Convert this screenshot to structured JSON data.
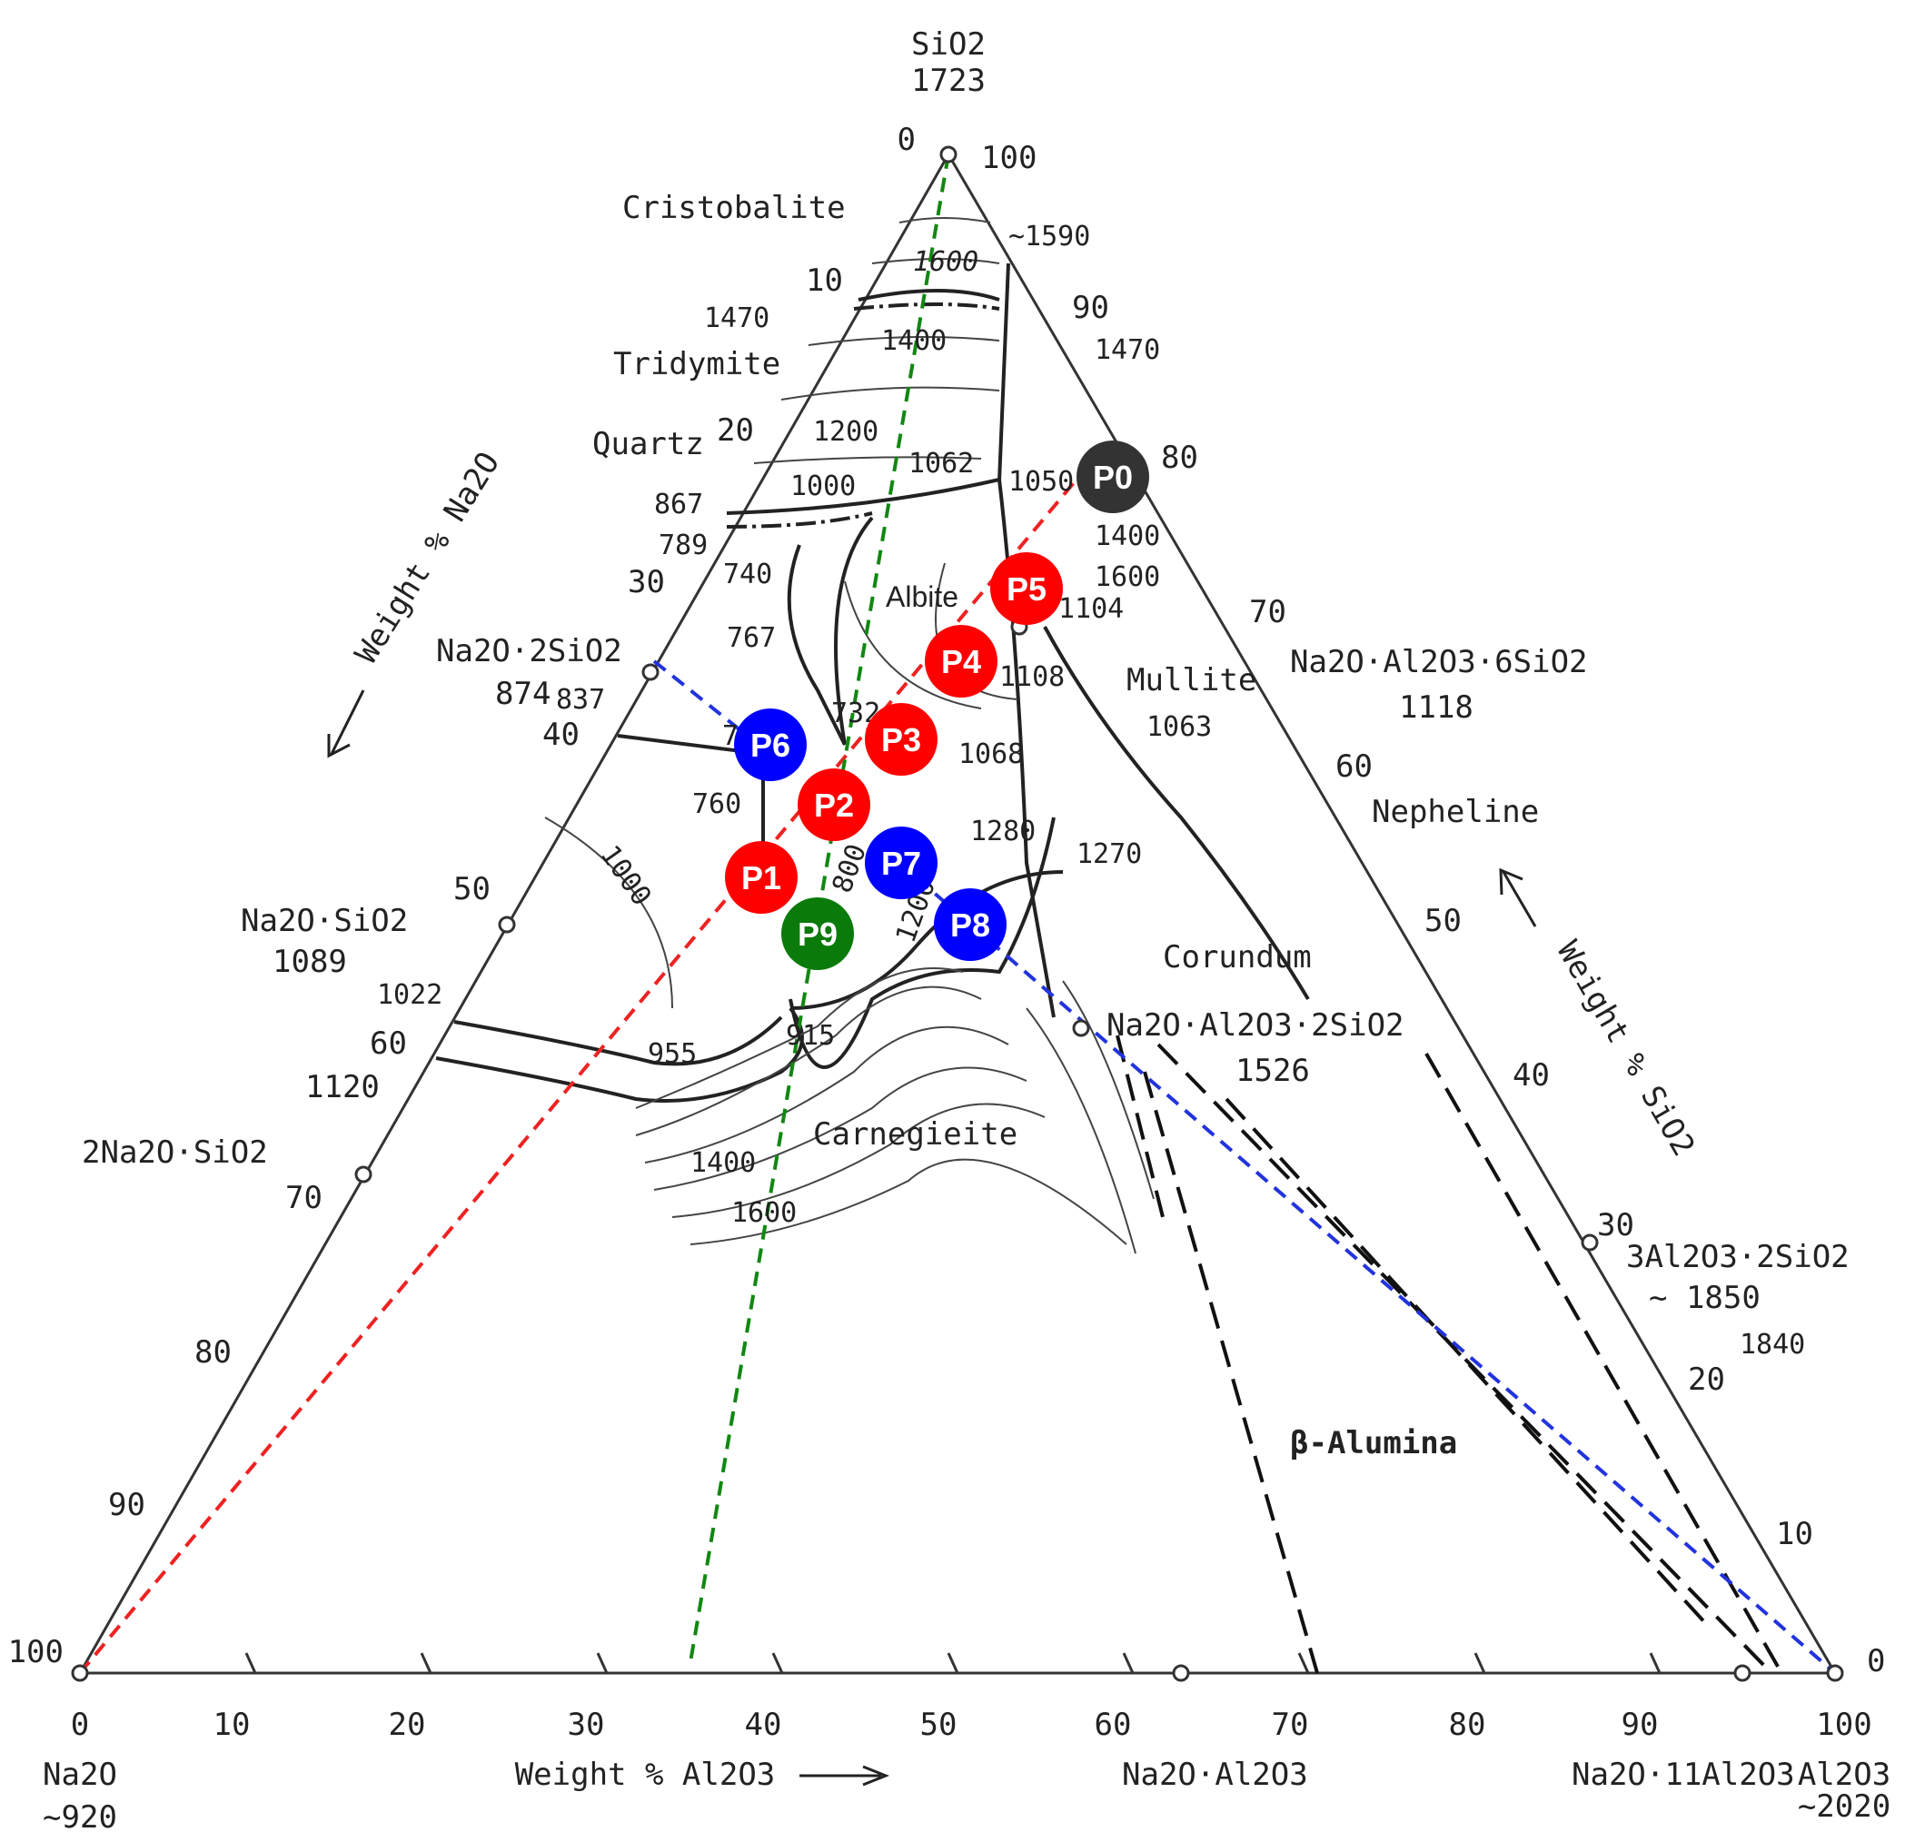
{
  "apices": {
    "top": {
      "formula": "SiO2",
      "temp": "1723"
    },
    "left": {
      "formula": "Na2O",
      "temp": "~920"
    },
    "right": {
      "formula": "Al2O3",
      "temp": "~2020"
    }
  },
  "axis_titles": {
    "left": "Weight % Na2O",
    "right": "Weight % SiO2",
    "bottom": "Weight % Al2O3"
  },
  "bottom_ticks": [
    "0",
    "10",
    "20",
    "30",
    "40",
    "50",
    "60",
    "70",
    "80",
    "90",
    "100"
  ],
  "left_ticks": [
    "10",
    "20",
    "30",
    "40",
    "50",
    "60",
    "70",
    "80",
    "90",
    "100"
  ],
  "right_ticks": [
    "90",
    "80",
    "70",
    "60",
    "50",
    "40",
    "30",
    "20",
    "10",
    "0"
  ],
  "apex_ticks": {
    "top_left": "0",
    "top_right": "100"
  },
  "compounds": [
    {
      "id": "na2o-2sio2",
      "name": "Na2O·2SiO2",
      "temp": "874"
    },
    {
      "id": "na2o-sio2",
      "name": "Na2O·SiO2",
      "temp": "1089"
    },
    {
      "id": "2na2o-sio2",
      "name": "2Na2O·SiO2",
      "temp": "1120"
    },
    {
      "id": "albite-comp",
      "name": "Na2O·Al2O3·6SiO2",
      "temp": "1118"
    },
    {
      "id": "nepheline-comp",
      "name": "Na2O·Al2O3·2SiO2",
      "temp": "1526"
    },
    {
      "id": "mullite-comp",
      "name": "3Al2O3·2SiO2",
      "temp": "~ 1850"
    },
    {
      "id": "na2o-al2o3",
      "name": "Na2O·Al2O3",
      "temp": ""
    },
    {
      "id": "na2o-11al2o3",
      "name": "Na2O·11Al2O3",
      "temp": ""
    }
  ],
  "phases": [
    "Cristobalite",
    "Tridymite",
    "Quartz",
    "Albite",
    "Mullite",
    "Nepheline",
    "Corundum",
    "Carnegieite",
    "β-Alumina"
  ],
  "isotherms": [
    "1600",
    "1400",
    "1200",
    "1000",
    "1062",
    "1050",
    "1400",
    "1600",
    "1063",
    "1068",
    "1280",
    "1270",
    "1000",
    "955",
    "915",
    "1400",
    "1600",
    "760",
    "740",
    "767",
    "837",
    "1022",
    "867",
    "789",
    "1470",
    "1470",
    "~1590",
    "1840",
    "1104",
    "1108",
    "1200",
    "800",
    "732",
    "760"
  ],
  "points": [
    {
      "label": "P0",
      "color": "#333333"
    },
    {
      "label": "P1",
      "color": "#ff0000"
    },
    {
      "label": "P2",
      "color": "#ff0000"
    },
    {
      "label": "P3",
      "color": "#ff0000"
    },
    {
      "label": "P4",
      "color": "#ff0000"
    },
    {
      "label": "P5",
      "color": "#ff0000"
    },
    {
      "label": "P6",
      "color": "#0000ff"
    },
    {
      "label": "P7",
      "color": "#0000ff"
    },
    {
      "label": "P8",
      "color": "#0000ff"
    },
    {
      "label": "P9",
      "color": "#0a7a0a"
    }
  ],
  "colors": {
    "red_line": "#ee2222",
    "blue_line": "#2233dd",
    "green_line": "#118811"
  }
}
